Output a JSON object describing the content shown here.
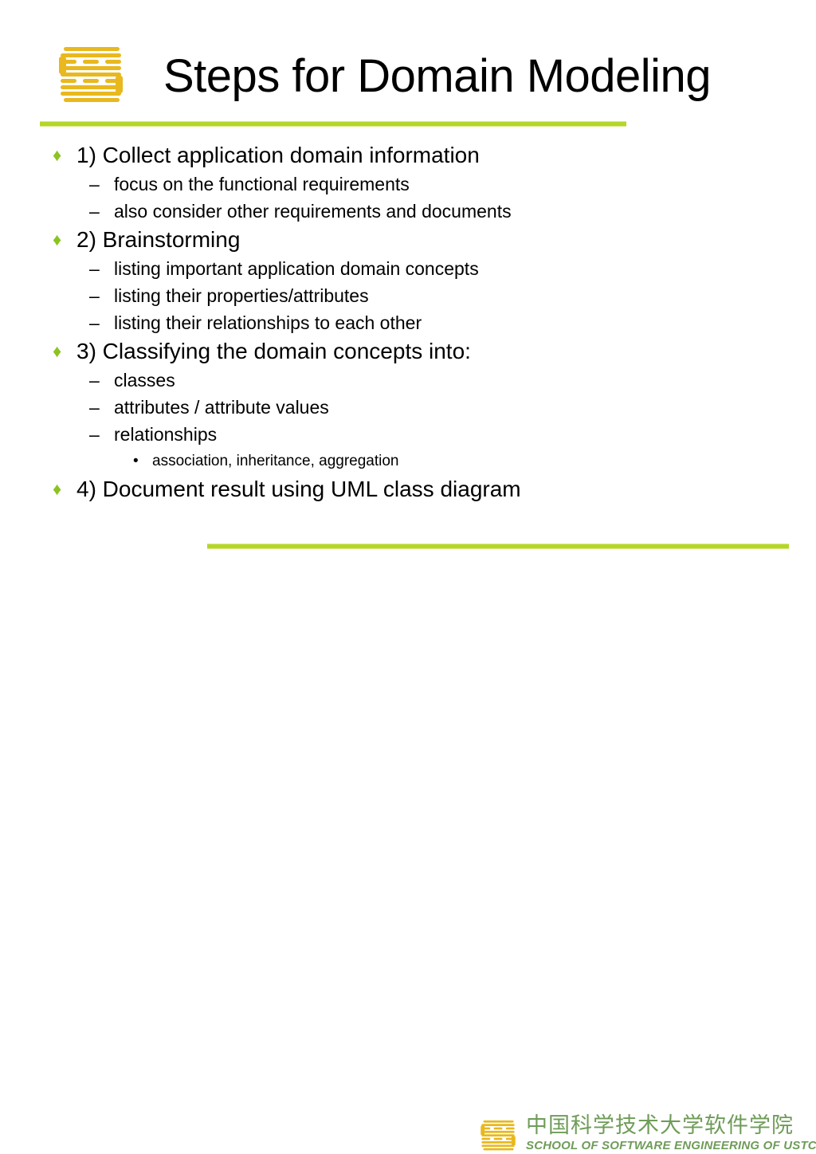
{
  "slide": {
    "title": "Steps for Domain Modeling",
    "logo_icon": "ustc-sse-striped-s-logo",
    "accent_green": "#b5d629",
    "bullet_green": "#8cc320",
    "logo_gold": "#e8b81e",
    "footer_green": "#6f9c58",
    "background": "#ffffff"
  },
  "markers": {
    "level1": "♦",
    "level2": "–",
    "level3": "•"
  },
  "outline": [
    {
      "level": 1,
      "text": "1) Collect application domain information"
    },
    {
      "level": 2,
      "text": "focus on the functional requirements"
    },
    {
      "level": 2,
      "text": "also consider other requirements and documents"
    },
    {
      "level": 1,
      "text": "2) Brainstorming"
    },
    {
      "level": 2,
      "text": "listing important application domain concepts"
    },
    {
      "level": 2,
      "text": "listing their properties/attributes"
    },
    {
      "level": 2,
      "text": "listing their relationships to each other"
    },
    {
      "level": 1,
      "text": "3) Classifying the domain concepts into:"
    },
    {
      "level": 2,
      "text": "classes"
    },
    {
      "level": 2,
      "text": "attributes / attribute values"
    },
    {
      "level": 2,
      "text": "relationships"
    },
    {
      "level": 3,
      "text": "association, inheritance, aggregation"
    },
    {
      "level": 1,
      "text": "4) Document result using UML class diagram"
    }
  ],
  "footer": {
    "logo_icon": "ustc-sse-striped-s-logo",
    "chinese_name": "中国科学技术大学软件学院",
    "english_name": "SCHOOL OF SOFTWARE ENGINEERING OF USTC"
  }
}
